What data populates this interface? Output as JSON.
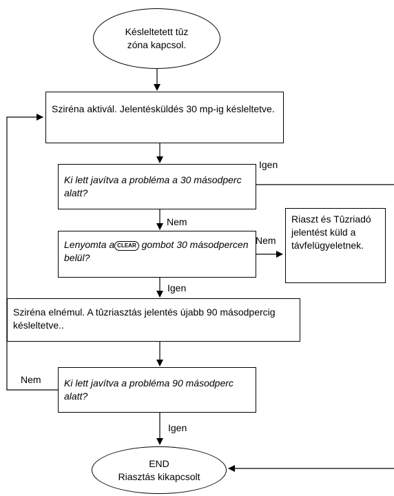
{
  "start_node": {
    "line1": "Késleltetett tûz",
    "line2": "zóna kapcsol."
  },
  "step_siren": {
    "text": "Sziréna aktivál. Jelentésküldés 30 mp-ig késleltetve."
  },
  "decision_fixed_30": {
    "text": "Ki lett javítva a probléma a 30 másodperc alatt?"
  },
  "decision_clear": {
    "before": "Lenyomta a",
    "button": "CLEAR",
    "after": "gombot 30 másodpercen belül?"
  },
  "step_report": {
    "text": "Riaszt és Tûzriadó jelentést küld a távfelügyeletnek."
  },
  "step_silence": {
    "text": "Sziréna elnémul. A tûzriasztás jelentés újabb 90 másodpercig késleltetve.."
  },
  "decision_fixed_90": {
    "text": "Ki lett javítva a probléma 90 másodperc alatt?"
  },
  "end_node": {
    "line1": "END",
    "line2": "Riasztás kikapcsolt"
  },
  "labels": {
    "yes_30": "Igen",
    "no_30": "Nem",
    "no_clear": "Nem",
    "yes_clear": "Igen",
    "no_90": "Nem",
    "yes_90": "Igen"
  },
  "colors": {
    "line": "#000000",
    "background": "#ffffff"
  }
}
